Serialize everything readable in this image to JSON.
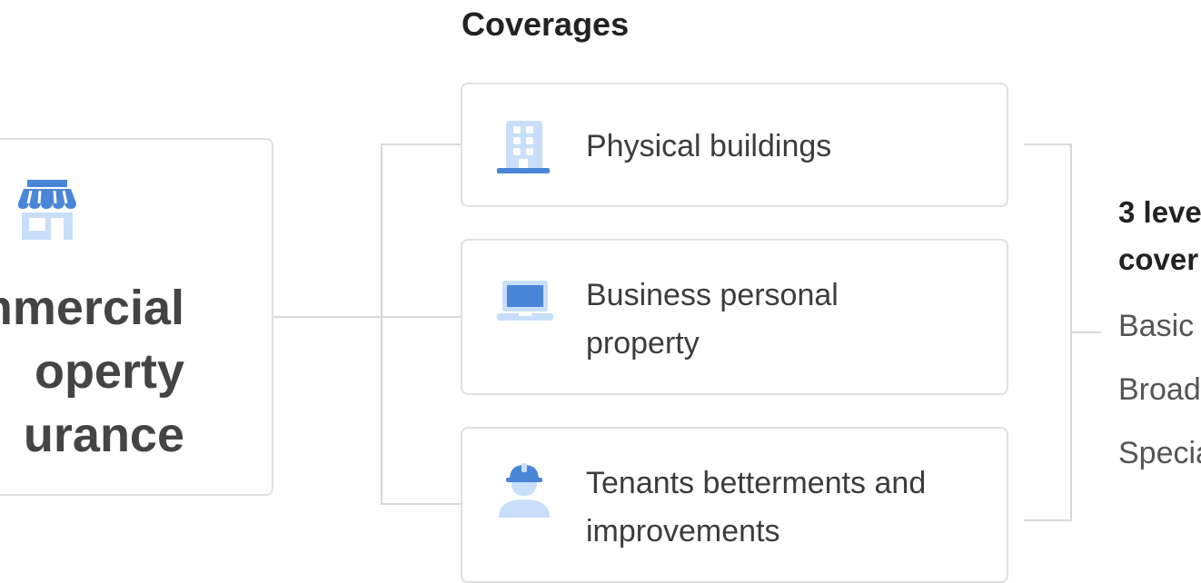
{
  "main": {
    "title_lines": [
      "mmercial",
      "operty",
      "urance"
    ],
    "icon": "storefront-icon"
  },
  "coverages": {
    "title": "Coverages",
    "items": [
      {
        "lines": [
          "Physical buildings"
        ],
        "icon": "building-icon"
      },
      {
        "lines": [
          "Business personal",
          "property"
        ],
        "icon": "laptop-icon"
      },
      {
        "lines": [
          "Tenants betterments and",
          "improvements"
        ],
        "icon": "worker-icon"
      }
    ]
  },
  "levels": {
    "title_lines": [
      "3 leve",
      "cover"
    ],
    "items": [
      "Basic",
      "Broad",
      "Specia"
    ]
  },
  "colors": {
    "accent_blue": "#4a86d8",
    "light_blue": "#c9defa",
    "border": "#e0e0e0",
    "connector": "#d8d8d8"
  }
}
